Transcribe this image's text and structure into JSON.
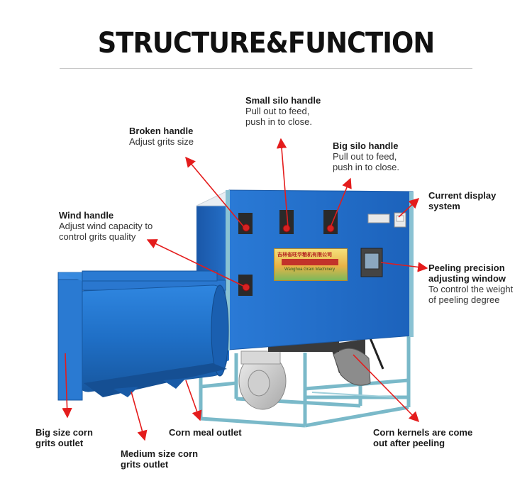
{
  "title": "STRUCTURE&FUNCTION",
  "sign": {
    "line1": "吉林省旺华粮机有限公司",
    "line3": "Wanghua Grain Machinery"
  },
  "labels": {
    "small_silo": {
      "title": "Small silo handle",
      "desc1": "Pull out to feed,",
      "desc2": "push in to close."
    },
    "broken": {
      "title": "Broken handle",
      "desc1": "Adjust grits size"
    },
    "big_silo": {
      "title": "Big silo handle",
      "desc1": "Pull out to feed,",
      "desc2": "push in to close."
    },
    "current": {
      "title1": "Current display",
      "title2": "system"
    },
    "wind": {
      "title": "Wind handle",
      "desc1": "Adjust wind capacity to",
      "desc2": "control grits quality"
    },
    "peeling": {
      "title1": "Peeling precision",
      "title2": "adjusting window",
      "desc1": "To control the weight",
      "desc2": "of peeling degree"
    },
    "big_size": {
      "title1": "Big size corn",
      "title2": "grits outlet"
    },
    "corn_meal": {
      "title1": "Corn meal outlet"
    },
    "medium": {
      "title1": "Medium size corn",
      "title2": "grits outlet"
    },
    "kernels": {
      "title1": "Corn kernels are come",
      "title2": "out after peeling"
    }
  },
  "colors": {
    "arrow": "#e41c1c",
    "machine_blue": "#1f6fc6",
    "frame": "#7ab9c9"
  }
}
